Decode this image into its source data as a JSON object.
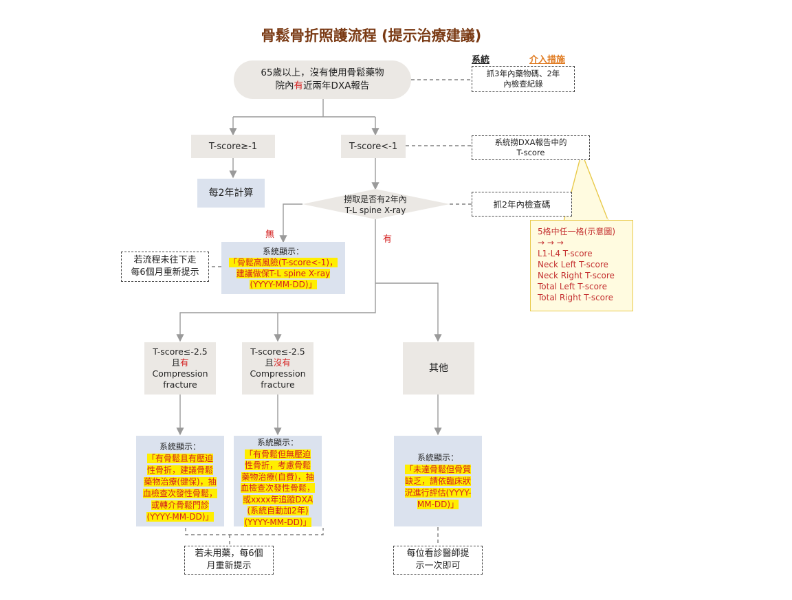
{
  "title": "骨鬆骨折照護流程 (提示治療建議)",
  "legend": {
    "system": "系統",
    "intervention": "介入措施"
  },
  "start": {
    "line1": "65歲以上，沒有使用骨鬆藥物",
    "line2_pre": "院內",
    "line2_red": "有",
    "line2_post": "近兩年DXA報告"
  },
  "note_top": {
    "line1": "抓3年內藥物碼、2年",
    "line2": "內檢查紀錄"
  },
  "tscore_high": "T-score≥-1",
  "tscore_low": "T-score<-1",
  "note_tscore": {
    "line1": "系統撈DXA報告中的",
    "line2": "T-score"
  },
  "every_2_years": "每2年計算",
  "diamond": {
    "line1": "撈取是否有2年內",
    "line2": "T-L spine X-ray"
  },
  "note_diamond": "抓2年內檢查碼",
  "branch_no": "無",
  "branch_yes": "有",
  "yellow_note": {
    "title": "5格中任一格(示意圖)",
    "arrows": "→ → →",
    "items": [
      "L1-L4 T-score",
      "Neck Left T-score",
      "Neck Right T-score",
      "Total Left T-score",
      "Total Right T-score"
    ]
  },
  "sys_xray": {
    "header": "系統顯示：",
    "l1": "「骨鬆高風險(T-score<-1)，",
    "l2": "建議做保T-L spine X-ray",
    "l3": "(YYYY-MM-DD)」"
  },
  "note_left": {
    "line1": "若流程未往下走",
    "line2": "每6個月重新提示"
  },
  "case1": {
    "l1": "T-score≤-2.5",
    "l2_pre": "且",
    "l2_red": "有",
    "l3": "Compression",
    "l4": "fracture"
  },
  "case2": {
    "l1": "T-score≤-2.5",
    "l2_pre": "且",
    "l2_red": "沒有",
    "l3": "Compression",
    "l4": "fracture"
  },
  "case3": "其他",
  "sys1": {
    "header": "系統顯示：",
    "lines": [
      "「有骨鬆且有壓迫",
      "性骨折，建議骨鬆",
      "藥物治療(健保)，抽",
      "血檢查次發性骨鬆，",
      "或轉介骨鬆門診",
      "(YYYY-MM-DD)」"
    ]
  },
  "sys2": {
    "header": "系統顯示：",
    "lines": [
      "「有骨鬆但無壓迫",
      "性骨折，考慮骨鬆",
      "藥物治療(自費)，抽",
      "血檢查次發性骨鬆，",
      "或xxxx年追蹤DXA",
      "(系統自動加2年)",
      "(YYYY-MM-DD)」"
    ]
  },
  "sys3": {
    "header": "系統顯示：",
    "lines": [
      "「未達骨鬆但骨質",
      "缺乏，請依臨床狀",
      "況進行評估(YYYY-",
      "MM-DD)」"
    ]
  },
  "note_bottom_left": {
    "line1": "若未用藥，每6個",
    "line2": "月重新提示"
  },
  "note_bottom_right": {
    "line1": "每位看診醫師提",
    "line2": "示一次即可"
  }
}
